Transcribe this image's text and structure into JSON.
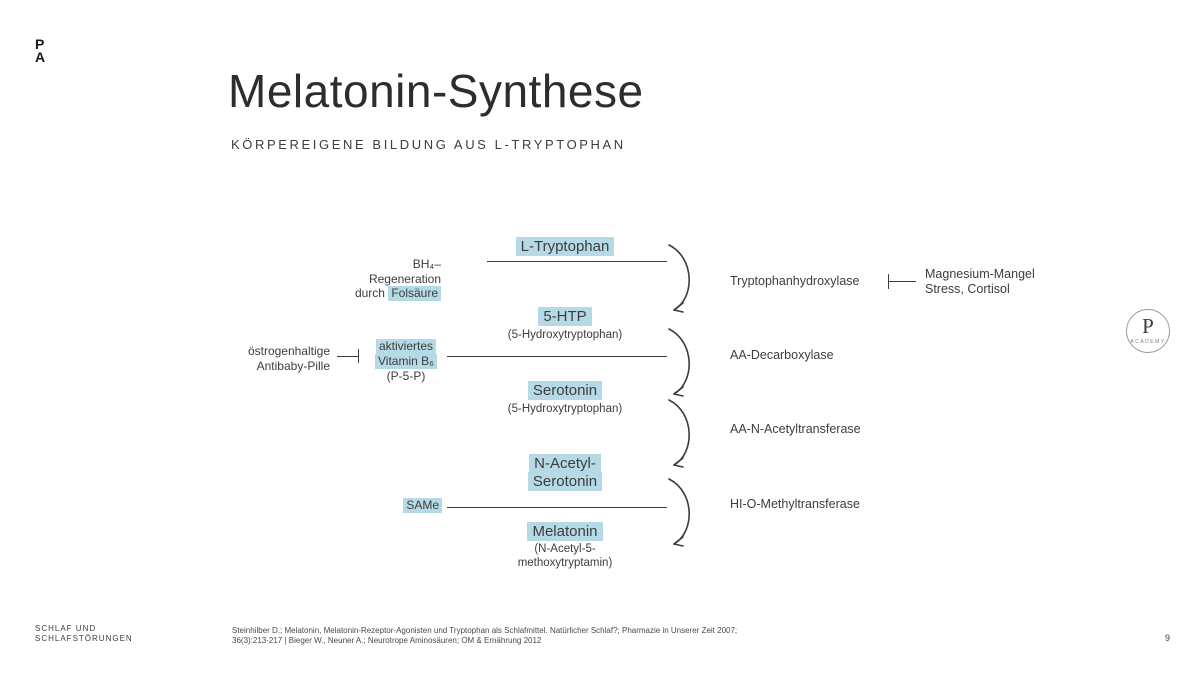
{
  "colors": {
    "highlight": "#b5dae6",
    "text": "#3d3d3d",
    "background": "#ffffff"
  },
  "logo": {
    "top": "P",
    "bottom": "A"
  },
  "header": {
    "title": "Melatonin-Synthese",
    "subtitle": "KÖRPEREIGENE BILDUNG AUS L-TRYPTOPHAN"
  },
  "diagram": {
    "substrates": [
      {
        "name": "L-Tryptophan"
      },
      {
        "name": "5-HTP",
        "note": "(5-Hydroxytryptophan)"
      },
      {
        "name": "Serotonin",
        "note": "(5-Hydroxytryptophan)"
      },
      {
        "name_line1": "N-Acetyl-",
        "name_line2": "Serotonin"
      },
      {
        "name": "Melatonin",
        "note_line1": "(N-Acetyl-5-",
        "note_line2": "methoxytryptamin)"
      }
    ],
    "enzymes": [
      "Tryptophanhydroxylase",
      "AA-Decarboxylase",
      "AA-N-Acetyltransferase",
      "HI-O-Methyltransferase"
    ],
    "enzyme_inhibitor": {
      "line1": "Magnesium-Mangel",
      "line2": "Stress, Cortisol"
    },
    "cofactor_bh4": {
      "line1": "BH₄–",
      "line2": "Regeneration",
      "line3_plain": "durch ",
      "line3_highlight": "Folsäure"
    },
    "pill_inhibitor": {
      "line1": "östrogenhaltige",
      "line2": "Antibaby-Pille"
    },
    "vitamin_b6": {
      "line1": "aktiviertes",
      "line2": "Vitamin B₆",
      "note": "(P-5-P)"
    },
    "same": "SAMe"
  },
  "badge": {
    "letter": "P",
    "caption": "ACADEMY"
  },
  "footer": {
    "section_line1": "SCHLAF UND",
    "section_line2": "SCHLAFSTÖRUNGEN",
    "citation_line1": "Steinhilber D.; Melatonin, Melatonin-Rezeptor-Agonisten und Tryptophan als Schlafmittel. Natürlicher Schlaf?; Pharmazie in Unserer Zeit 2007;",
    "citation_line2": "36(3):213-217 | Bieger W., Neuner A.; Neurotrope Aminosäuren; OM &amp; Ernährung 2012",
    "page_number": "9"
  }
}
